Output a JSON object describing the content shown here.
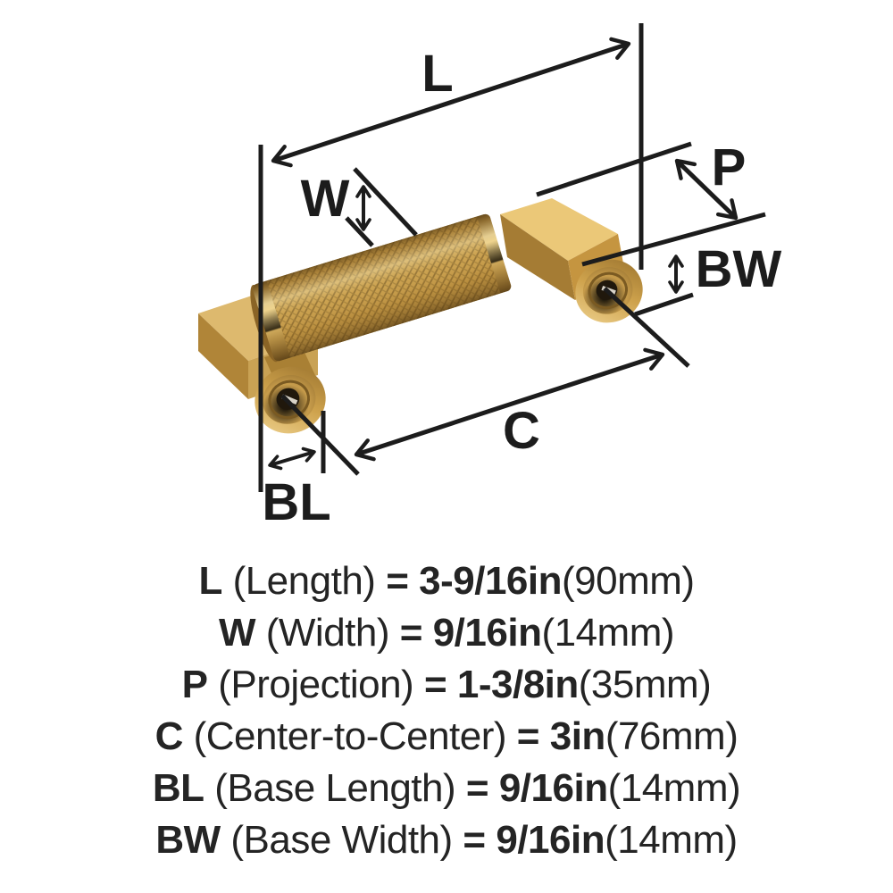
{
  "image_type": "product-dimension-diagram",
  "product": "knurled-bar-cabinet-pull",
  "colors": {
    "background": "#ffffff",
    "line": "#1c1c1c",
    "text": "#242424",
    "gold_highlight": "#F0D795",
    "gold_top": "#DDB96E",
    "gold_mid": "#C79C4B",
    "gold_dark": "#96742F",
    "gold_deep": "#6C5120",
    "knurl_base": "#C49847",
    "knurl_line": "#816028",
    "screw_silver": "#D8D3C8"
  },
  "diagram": {
    "dim_labels": {
      "L": "L",
      "W": "W",
      "P": "P",
      "BW": "BW",
      "C": "C",
      "BL": "BL"
    }
  },
  "specs": [
    {
      "symbol": "L",
      "name": "(Length)",
      "eq": "=",
      "value": "3-9/16in",
      "metric": "(90mm)"
    },
    {
      "symbol": "W",
      "name": "(Width)",
      "eq": "=",
      "value": "9/16in",
      "metric": "(14mm)"
    },
    {
      "symbol": "P",
      "name": "(Projection)",
      "eq": "=",
      "value": "1-3/8in",
      "metric": "(35mm)"
    },
    {
      "symbol": "C",
      "name": "(Center-to-Center)",
      "eq": "=",
      "value": "3in",
      "metric": "(76mm)"
    },
    {
      "symbol": "BL",
      "name": "(Base Length)",
      "eq": "=",
      "value": "9/16in",
      "metric": "(14mm)"
    },
    {
      "symbol": "BW",
      "name": "(Base Width)",
      "eq": "=",
      "value": "9/16in",
      "metric": "(14mm)"
    }
  ]
}
